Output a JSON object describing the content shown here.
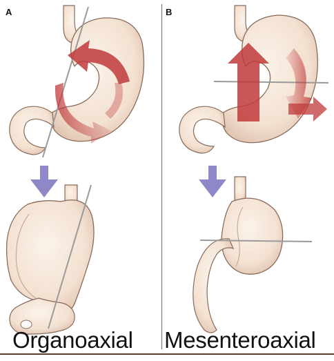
{
  "panels": {
    "a": {
      "letter": "A",
      "caption": "Organoaxial"
    },
    "b": {
      "letter": "B",
      "caption": "Mesenteroaxial"
    }
  },
  "colors": {
    "stomach_fill": "#f6e8dc",
    "stomach_outline": "#8a6a5a",
    "rotation_arrow": "#c0393b",
    "transition_arrow": "#8f88c8",
    "axis_line": "#9a9a9a"
  }
}
